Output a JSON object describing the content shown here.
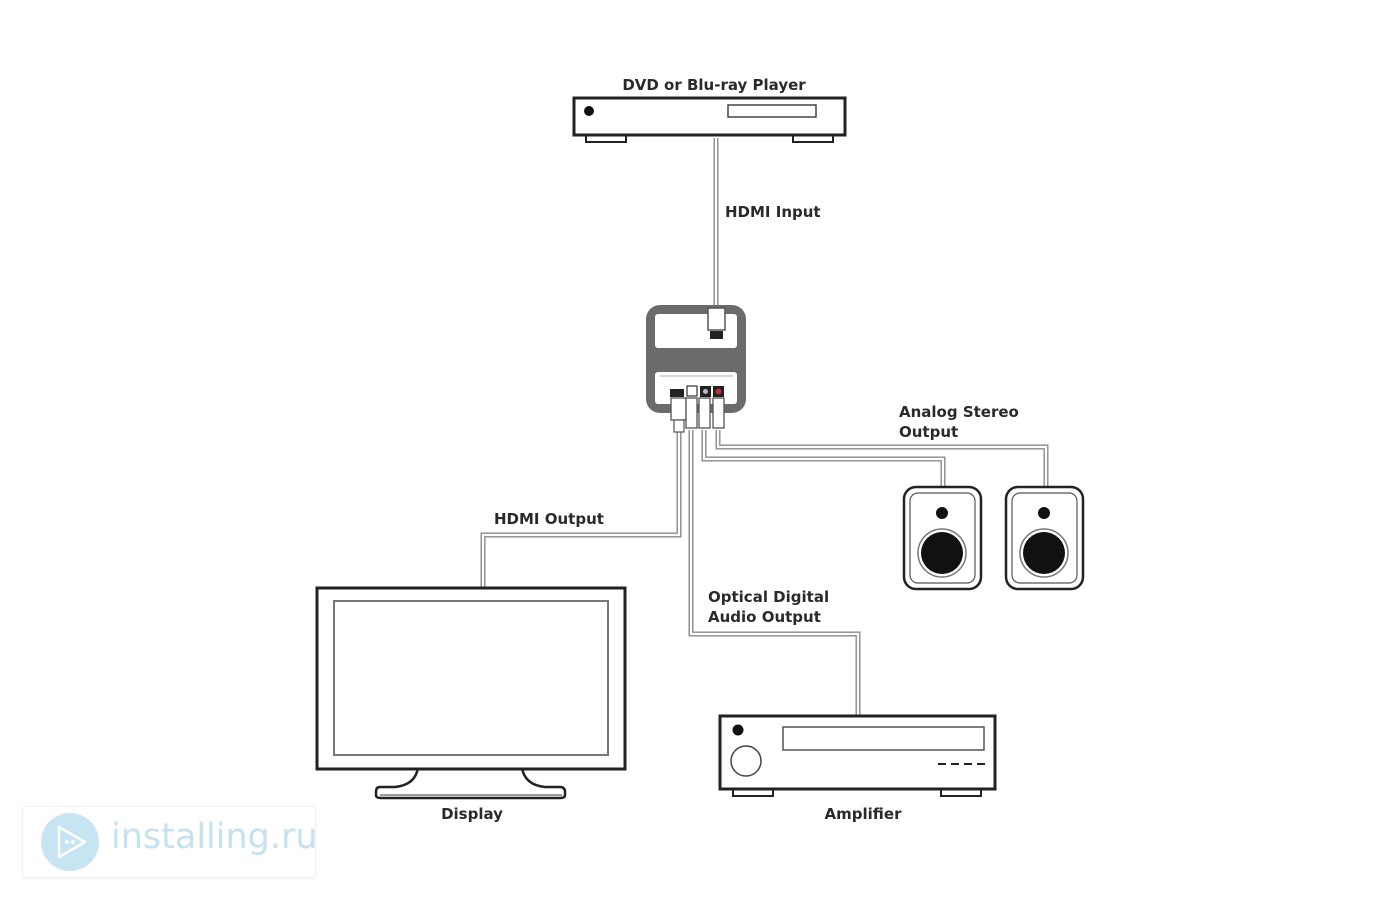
{
  "diagram": {
    "title": "HDMI audio extractor connection diagram",
    "devices": {
      "source": {
        "label": "DVD or Blu-ray Player"
      },
      "extractor": {
        "label": ""
      },
      "display": {
        "label": "Display"
      },
      "amplifier": {
        "label": "Amplifier"
      },
      "speakers": {
        "label": ""
      }
    },
    "connections": {
      "hdmi_input": "HDMI Input",
      "hdmi_output": "HDMI Output",
      "optical_line1": "Optical Digital",
      "optical_line2": "Audio Output",
      "analog_line1": "Analog Stereo",
      "analog_line2": "Output"
    }
  },
  "watermark": {
    "text": "installing.ru",
    "color": "#c4e2ef"
  }
}
